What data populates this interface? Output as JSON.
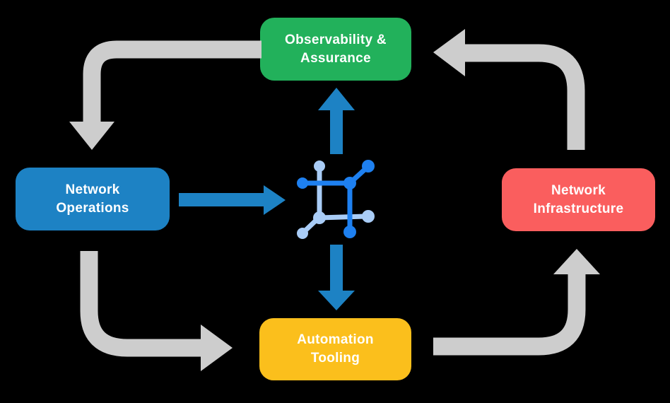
{
  "diagram": {
    "nodes": [
      {
        "id": "observability-assurance",
        "label": "Observability &\nAssurance",
        "color": "#22B15B"
      },
      {
        "id": "network-operations",
        "label": "Network\nOperations",
        "color": "#1D82C4"
      },
      {
        "id": "network-infrastructure",
        "label": "Network\nInfrastructure",
        "color": "#FA5E5E"
      },
      {
        "id": "automation-tooling",
        "label": "Automation\nTooling",
        "color": "#FBBF1C"
      }
    ],
    "flows": [
      {
        "from": "Observability & Assurance",
        "to": "Network Operations",
        "style": "gray-cycle"
      },
      {
        "from": "Network Operations",
        "to": "Automation Tooling",
        "style": "gray-cycle"
      },
      {
        "from": "Automation Tooling",
        "to": "Network Infrastructure",
        "style": "gray-cycle"
      },
      {
        "from": "Network Infrastructure",
        "to": "Observability & Assurance",
        "style": "gray-cycle"
      },
      {
        "from": "Network Operations",
        "to": "central-network-icon",
        "style": "blue"
      },
      {
        "from": "central-network-icon",
        "to": "Observability & Assurance",
        "style": "blue"
      },
      {
        "from": "central-network-icon",
        "to": "Automation Tooling",
        "style": "blue"
      }
    ],
    "icons": [
      {
        "name": "network-mesh-icon",
        "dark": "#1E80F0",
        "light": "#A9CCF6"
      }
    ],
    "colors": {
      "background": "#000000",
      "label_text": "#FFFFFF",
      "flow_arrow_gray": "#CDCDCD",
      "blue_arrow": "#1D82C4",
      "icon_dark_blue": "#1E80F0",
      "icon_light_blue": "#A9CCF6"
    }
  }
}
